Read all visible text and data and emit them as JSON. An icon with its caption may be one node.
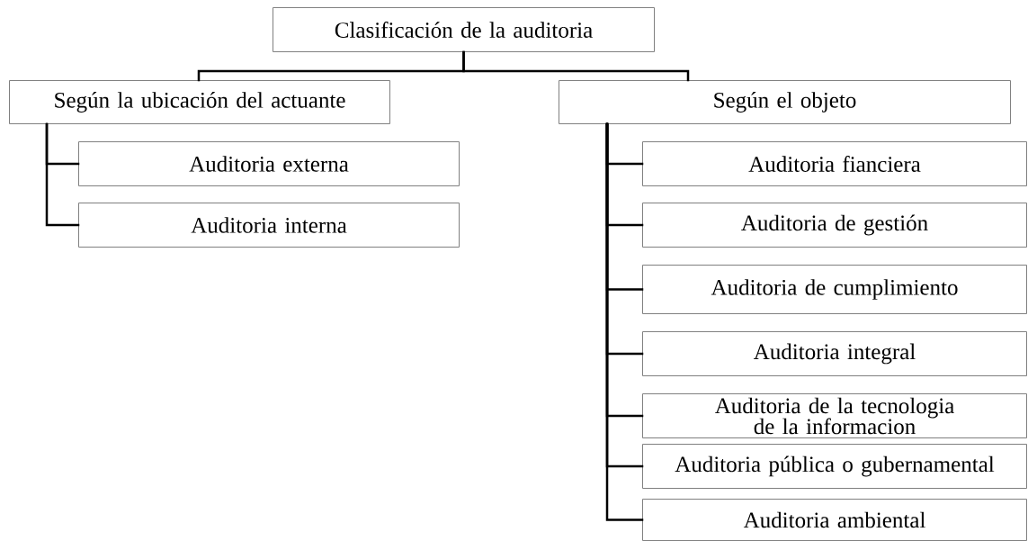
{
  "diagram": {
    "nodes": [
      {
        "text": [
          "Clasificación de la auditoria"
        ]
      },
      {
        "text": [
          "Según la ubicación del actuante"
        ]
      },
      {
        "text": [
          "Auditoria externa"
        ]
      },
      {
        "text": [
          "Auditoria interna"
        ]
      },
      {
        "text": [
          "Según el objeto"
        ]
      },
      {
        "text": [
          "Auditoria fianciera"
        ]
      },
      {
        "text": [
          "Auditoria de gestión"
        ]
      },
      {
        "text": [
          "Auditoria de cumplimiento"
        ]
      },
      {
        "text": [
          "Auditoria integral"
        ]
      },
      {
        "text": [
          "Auditoria de la tecnologia de la informacion"
        ]
      },
      {
        "text": [
          "Auditoria pública o gubernamental"
        ]
      },
      {
        "text": [
          "Auditoria ambiental"
        ]
      }
    ],
    "edges": [
      {
        "from": 0,
        "to": 1,
        "arrow": "none"
      },
      {
        "from": 0,
        "to": 4,
        "arrow": "none"
      },
      {
        "from": 1,
        "to": 2,
        "arrow": "none"
      },
      {
        "from": 1,
        "to": 3,
        "arrow": "none"
      },
      {
        "from": 4,
        "to": 5,
        "arrow": "none"
      },
      {
        "from": 4,
        "to": 6,
        "arrow": "none"
      },
      {
        "from": 4,
        "to": 7,
        "arrow": "none"
      },
      {
        "from": 4,
        "to": 8,
        "arrow": "none"
      },
      {
        "from": 4,
        "to": 9,
        "arrow": "none"
      },
      {
        "from": 4,
        "to": 10,
        "arrow": "none"
      },
      {
        "from": 4,
        "to": 11,
        "arrow": "none"
      }
    ]
  }
}
